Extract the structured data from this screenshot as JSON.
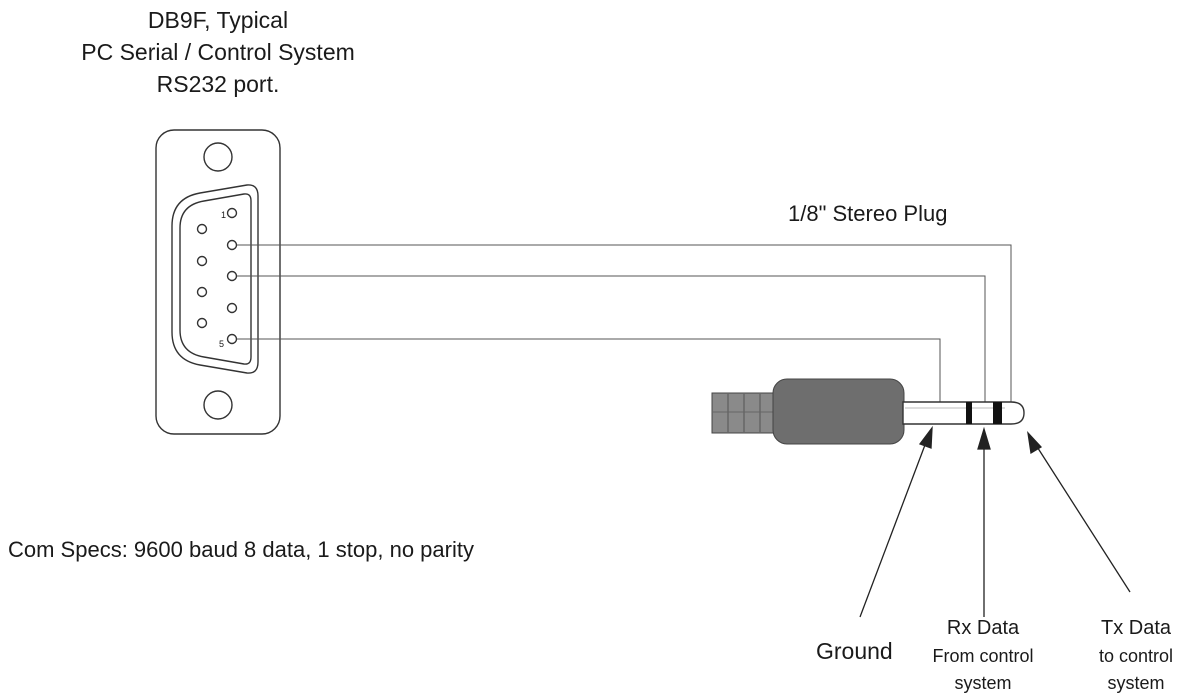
{
  "connector": {
    "title_lines": [
      "DB9F, Typical",
      "PC Serial / Control System",
      "RS232 port."
    ],
    "pin_labels": {
      "first": "1",
      "last": "5"
    }
  },
  "plug": {
    "title": "1/8\" Stereo Plug"
  },
  "specs": {
    "text": "Com Specs: 9600 baud 8 data, 1 stop, no parity"
  },
  "callouts": {
    "ground": {
      "label": "Ground"
    },
    "rx": {
      "label": "Rx Data",
      "sub_lines": [
        "From control",
        "system"
      ]
    },
    "tx": {
      "label": "Tx Data",
      "sub_lines": [
        "to control",
        "system"
      ]
    }
  },
  "colors": {
    "line": "#333333",
    "wire": "#555555",
    "plug_body": "#6e6e6e",
    "plug_grip": "#8a8a8a",
    "band": "#111111"
  }
}
